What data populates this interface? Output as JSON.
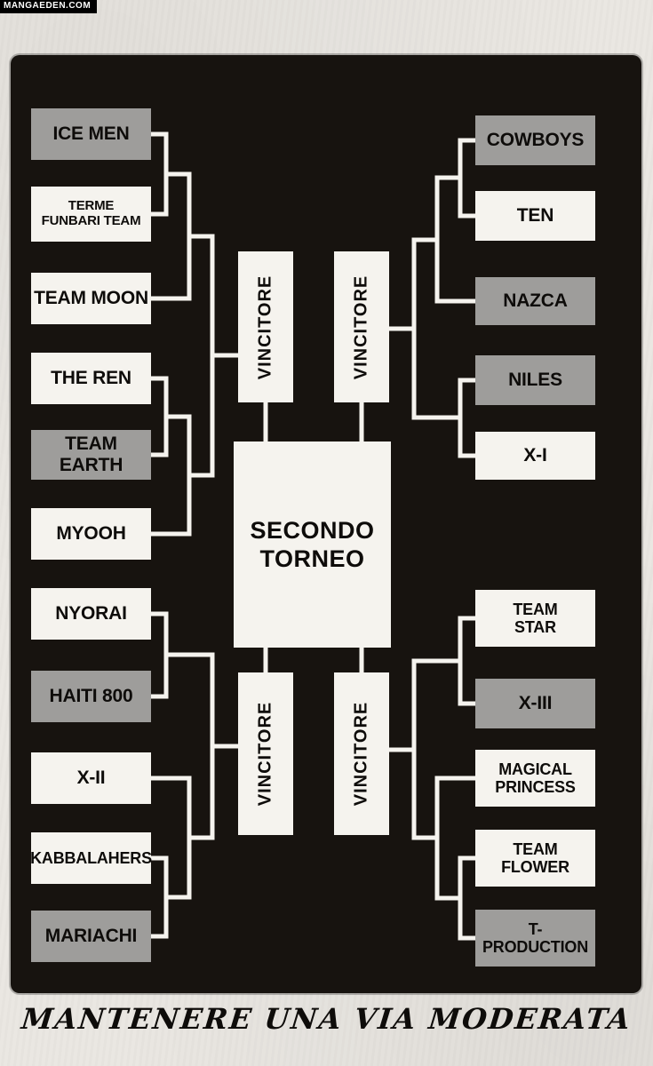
{
  "watermark": {
    "label": "MANGAEDEN.COM"
  },
  "caption": {
    "label": "MANTENERE UNA VIA MODERATA"
  },
  "center_box": {
    "title": "SECONDO\nTORNEO"
  },
  "vincitore": {
    "top_left": "VINCITORE",
    "top_right": "VINCITORE",
    "bottom_left": "VINCITORE",
    "bottom_right": "VINCITORE"
  },
  "colors": {
    "paper": "#eae7e2",
    "panel": "#17130f",
    "box_light": "#f5f3ee",
    "box_gray": "#9e9d9b",
    "connector": "#f5f3ee",
    "text": "#0e0c0a"
  },
  "teams": {
    "left": [
      {
        "label": "ICE MEN",
        "shade": "gray"
      },
      {
        "label": "TERME\nFUNBARI TEAM",
        "shade": "light"
      },
      {
        "label": "TEAM MOON",
        "shade": "light"
      },
      {
        "label": "THE REN",
        "shade": "light"
      },
      {
        "label": "TEAM EARTH",
        "shade": "gray"
      },
      {
        "label": "MYOOH",
        "shade": "light"
      },
      {
        "label": "NYORAI",
        "shade": "light"
      },
      {
        "label": "HAITI 800",
        "shade": "gray"
      },
      {
        "label": "X-II",
        "shade": "light"
      },
      {
        "label": "KABBALAHERS",
        "shade": "light"
      },
      {
        "label": "MARIACHI",
        "shade": "gray"
      }
    ],
    "right": [
      {
        "label": "COWBOYS",
        "shade": "gray"
      },
      {
        "label": "TEN",
        "shade": "light"
      },
      {
        "label": "NAZCA",
        "shade": "gray"
      },
      {
        "label": "NILES",
        "shade": "gray"
      },
      {
        "label": "X-I",
        "shade": "light"
      },
      {
        "label": "TEAM\nSTAR",
        "shade": "light"
      },
      {
        "label": "X-III",
        "shade": "gray"
      },
      {
        "label": "MAGICAL\nPRINCESS",
        "shade": "light"
      },
      {
        "label": "TEAM\nFLOWER",
        "shade": "light"
      },
      {
        "label": "T-\nPRODUCTION",
        "shade": "gray"
      }
    ]
  }
}
